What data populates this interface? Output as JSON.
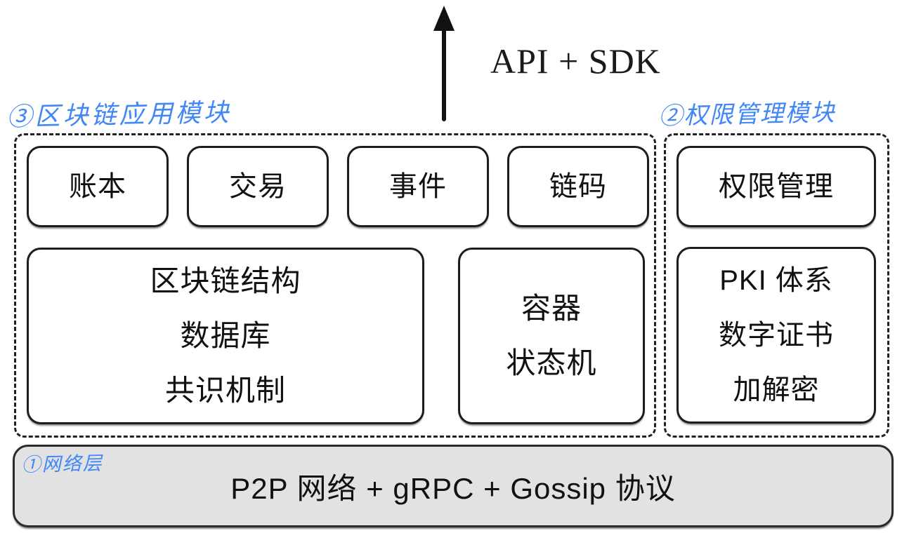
{
  "colors": {
    "ink": "#1a1a1a",
    "annotation_blue": "#4187f6",
    "network_bar_fill": "#e2e2e2",
    "background": "#ffffff"
  },
  "diagram": {
    "api_label": "API + SDK",
    "annotations": {
      "app_module": "③区块链应用模块",
      "perm_module": "②权限管理模块",
      "network_layer": "①网络层"
    },
    "app_module_group": {
      "row1": [
        "账本",
        "交易",
        "事件",
        "链码"
      ],
      "core_box": [
        "区块链结构",
        "数据库",
        "共识机制"
      ],
      "container_box": [
        "容器",
        "状态机"
      ]
    },
    "perm_module_group": {
      "perm_box": "权限管理",
      "pki_box": [
        "PKI 体系",
        "数字证书",
        "加解密"
      ]
    },
    "network_bar": "P2P 网络 + gRPC + Gossip 协议"
  }
}
